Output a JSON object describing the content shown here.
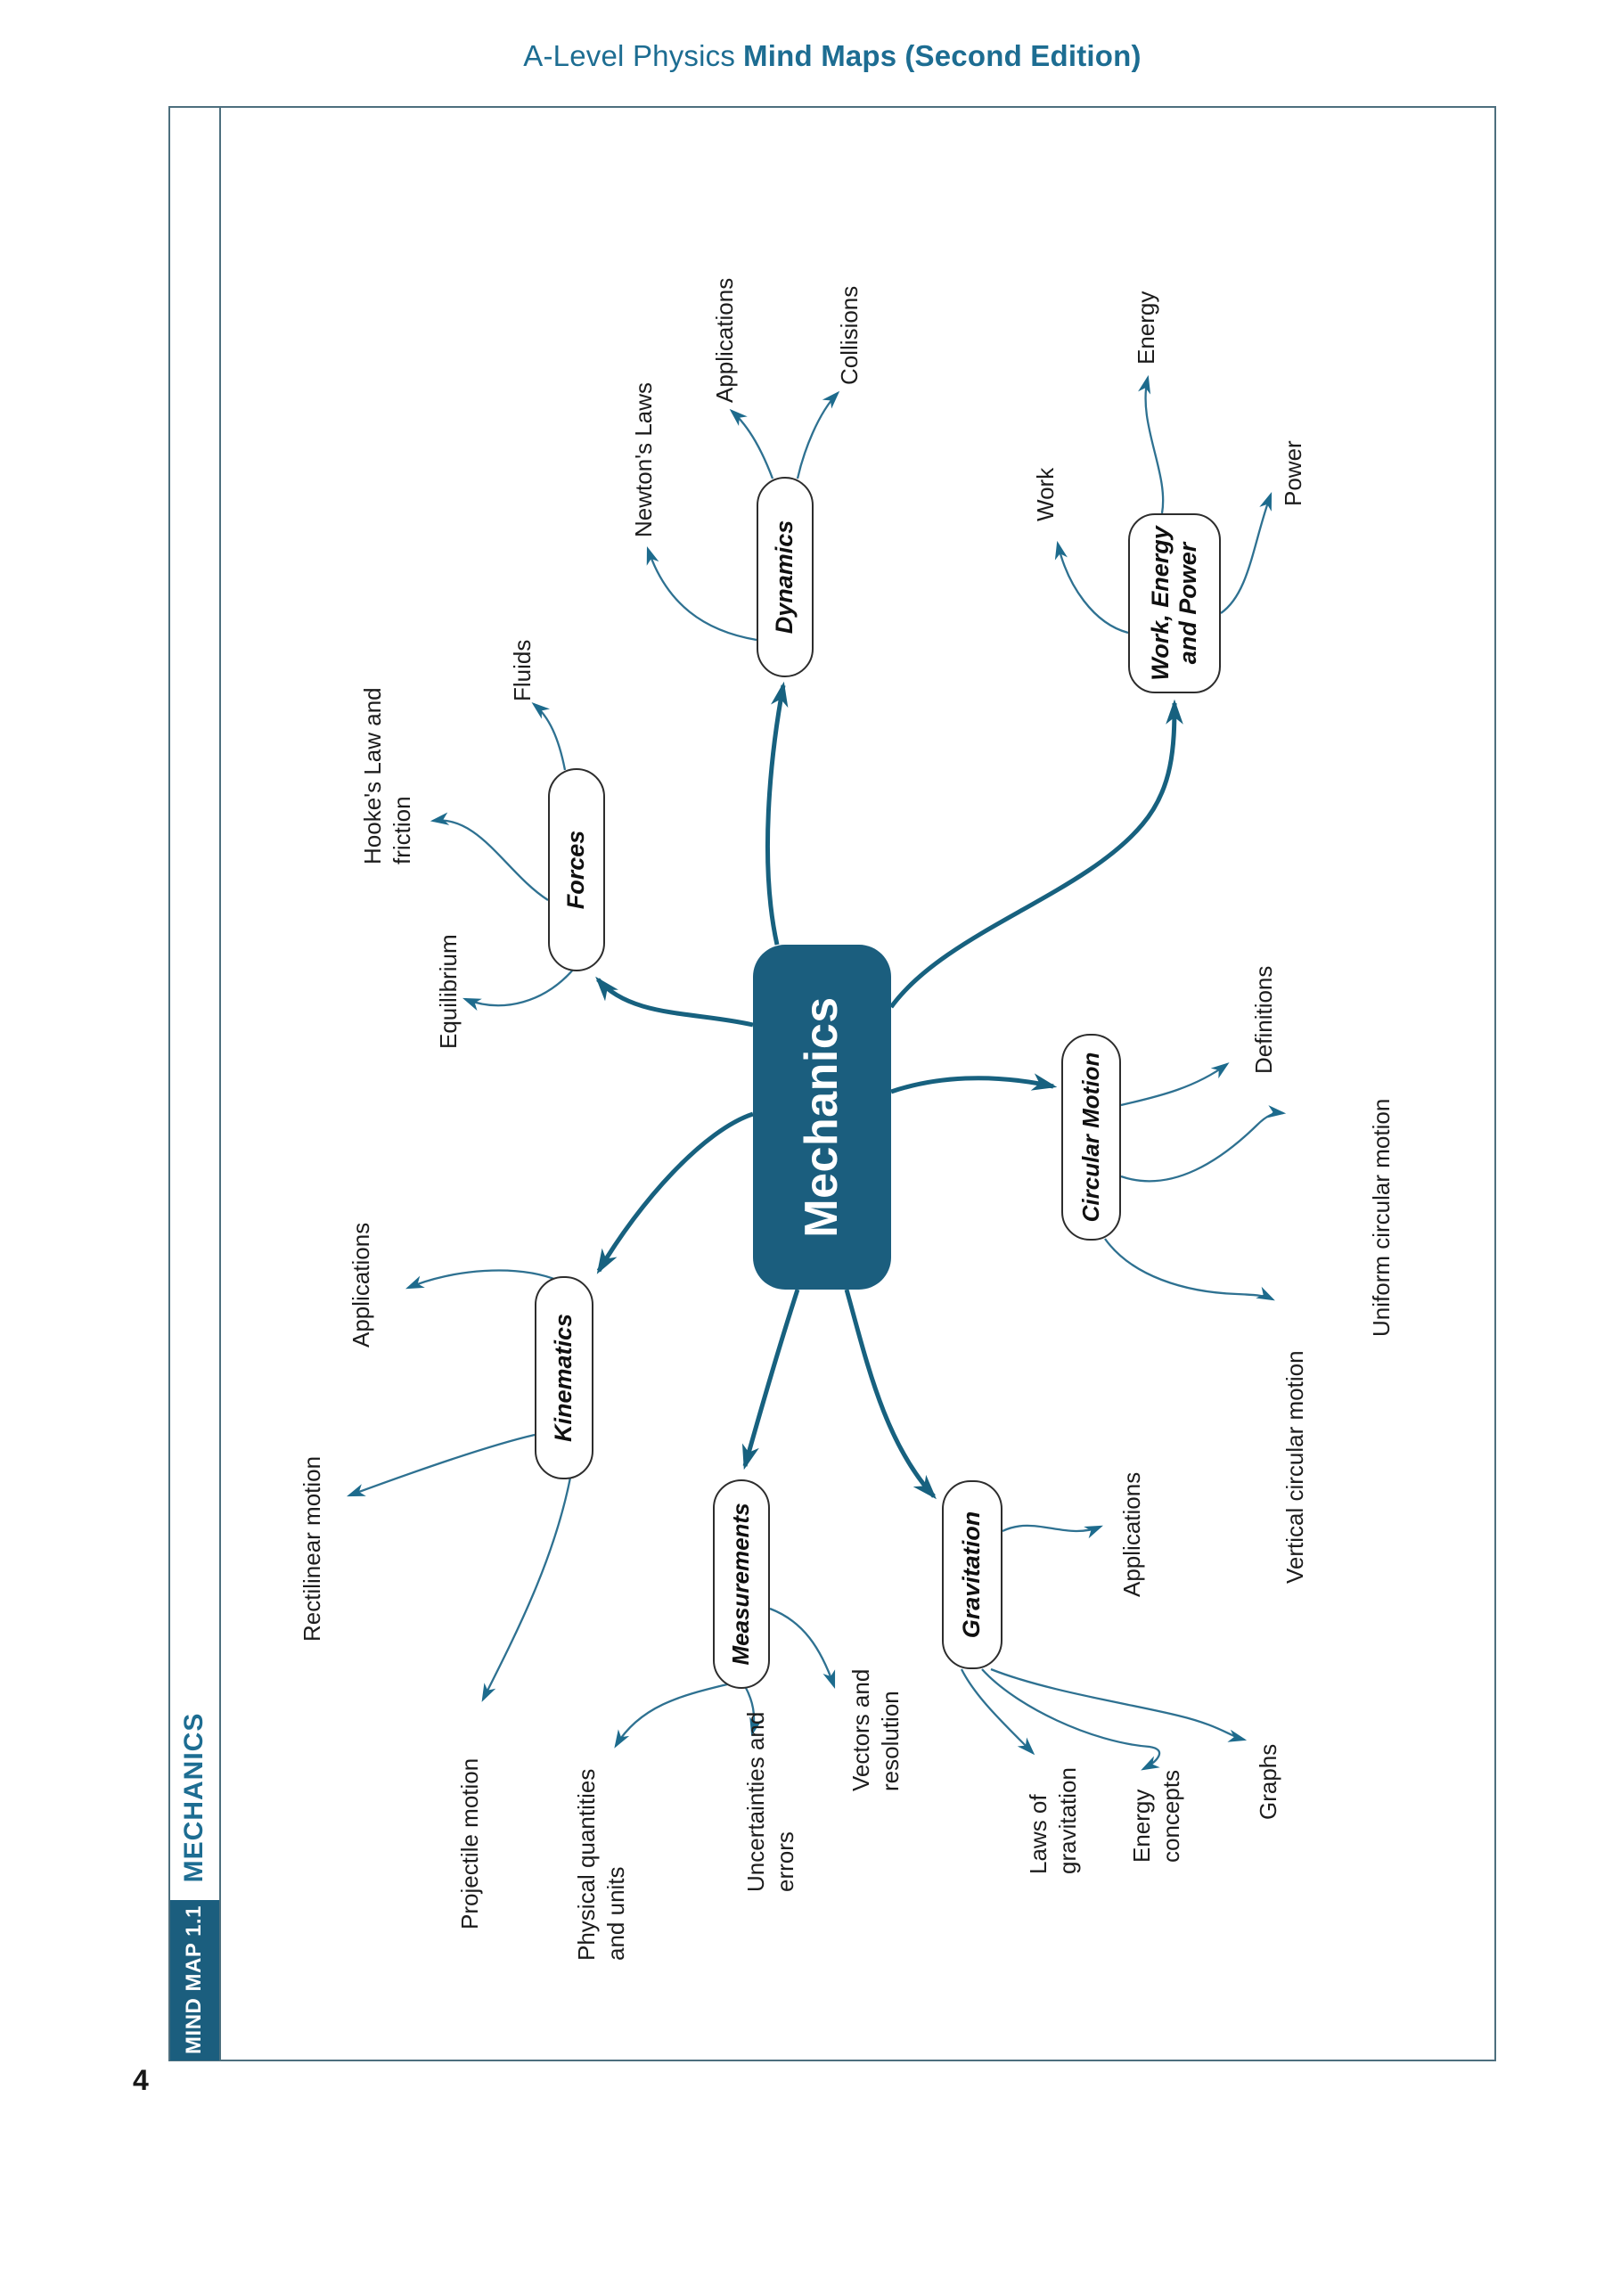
{
  "header": {
    "prefix": "A-Level Physics",
    "bold": "Mind Maps",
    "suffix": "(Second Edition)"
  },
  "sidebar": {
    "chapter": "MECHANICS",
    "map_label": "MIND MAP 1.1"
  },
  "page_number": "4",
  "colors": {
    "accent_teal": "#1d6d92",
    "node_fill": "#1b5e7e",
    "trunk_line": "#17617f",
    "branch_line": "#2e7191",
    "arrowhead": "#1d6b8d",
    "frame_line": "#4d6f7e"
  },
  "mindmap": {
    "center_label": "Mechanics",
    "branches": [
      {
        "label": "Forces",
        "children": [
          {
            "text": "Hooke's Law and\nfriction"
          },
          {
            "text": "Fluids"
          },
          {
            "text": "Equilibrium"
          }
        ]
      },
      {
        "label": "Dynamics",
        "children": [
          {
            "text": "Newton's Laws"
          },
          {
            "text": "Applications"
          },
          {
            "text": "Collisions"
          }
        ]
      },
      {
        "label": "Work, Energy\nand Power",
        "children": [
          {
            "text": "Work"
          },
          {
            "text": "Energy"
          },
          {
            "text": "Power"
          }
        ]
      },
      {
        "label": "Circular Motion",
        "children": [
          {
            "text": "Definitions"
          },
          {
            "text": "Uniform circular motion"
          },
          {
            "text": "Vertical circular motion"
          }
        ]
      },
      {
        "label": "Kinematics",
        "children": [
          {
            "text": "Applications"
          },
          {
            "text": "Rectilinear motion"
          },
          {
            "text": "Projectile motion"
          }
        ]
      },
      {
        "label": "Measurements",
        "children": [
          {
            "text": "Physical quantities\nand units"
          },
          {
            "text": "Uncertainties and\nerrors"
          },
          {
            "text": "Vectors and\nresolution"
          }
        ]
      },
      {
        "label": "Gravitation",
        "children": [
          {
            "text": "Applications"
          },
          {
            "text": "Laws of\ngravitation"
          },
          {
            "text": "Energy\nconcepts"
          },
          {
            "text": "Graphs"
          }
        ]
      }
    ]
  }
}
